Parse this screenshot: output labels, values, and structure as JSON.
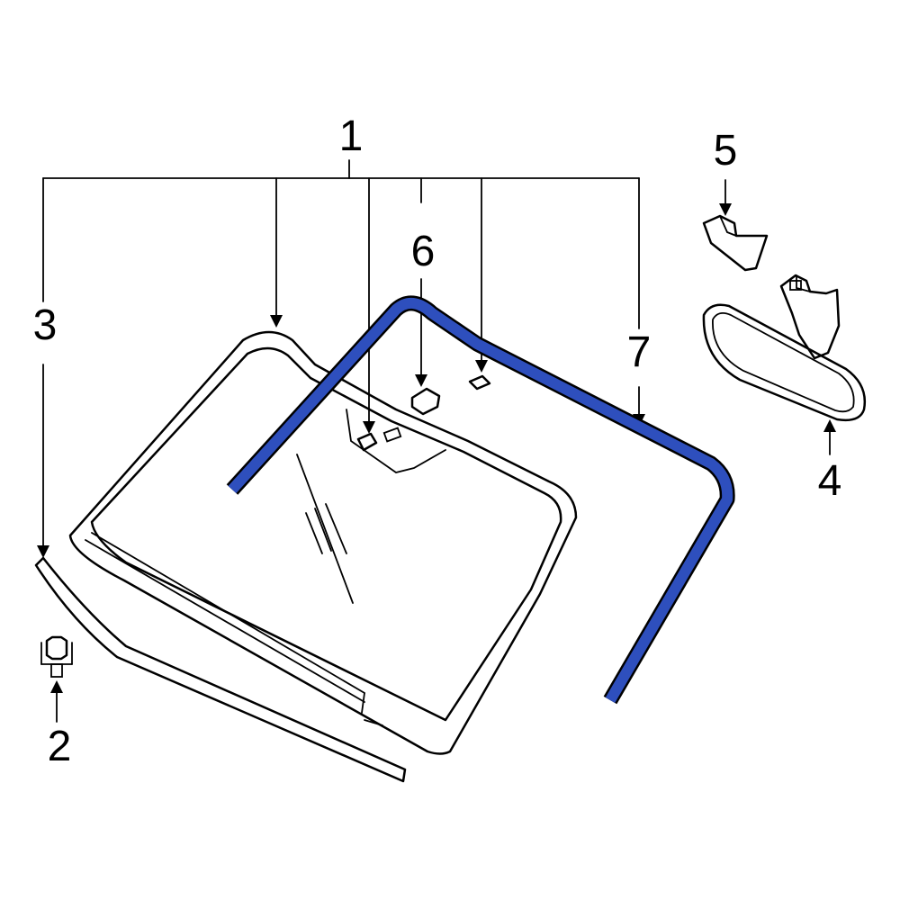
{
  "callouts": {
    "c1": "1",
    "c2": "2",
    "c3": "3",
    "c4": "4",
    "c5": "5",
    "c6": "6",
    "c7": "7"
  },
  "colors": {
    "highlight_part": "#2e4fbd",
    "line": "#000000",
    "background": "#ffffff"
  },
  "parts": {
    "windshield": "windshield-glass",
    "lower_molding": "lower-reveal-molding",
    "bolt": "bolt",
    "mirror": "rear-view-mirror",
    "mirror_cover": "mirror-cover",
    "bracket": "mirror-bracket",
    "weatherstrip": "weatherstrip-highlighted"
  }
}
